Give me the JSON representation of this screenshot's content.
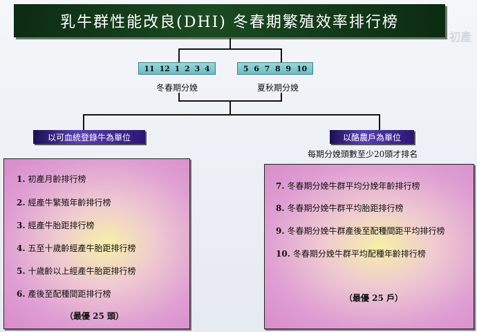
{
  "title": "乳牛群性能改良(DHI) 冬春期繁殖效率排行榜",
  "winter_spring": {
    "months": [
      "11",
      "12",
      "1",
      "2",
      "3",
      "4"
    ],
    "label": "冬春期分娩"
  },
  "summer_autumn": {
    "months": [
      "5",
      "6",
      "7",
      "8",
      "9",
      "10"
    ],
    "label": "夏秋期分娩"
  },
  "left_unit": {
    "label": "以可血統登錄牛為單位",
    "items": [
      {
        "num": "1.",
        "text": "初產月齡排行榜"
      },
      {
        "num": "2.",
        "text": "經產牛繁殖年齡排行榜"
      },
      {
        "num": "3.",
        "text": "經產牛胎距排行榜"
      },
      {
        "num": "4.",
        "text": "五至十歲齡經產牛胎距排行榜"
      },
      {
        "num": "5.",
        "text": "十歲齡以上經產牛胎距排行榜"
      },
      {
        "num": "6.",
        "text": "產後至配種間距排行榜"
      }
    ],
    "footer": "（最優 25 頭）"
  },
  "right_unit": {
    "label": "以酪農戶為單位",
    "note": "每期分娩頭數至少20頭才排名",
    "items": [
      {
        "num": "7.",
        "text": "冬春期分娩牛群平均分娩年齡排行榜"
      },
      {
        "num": "8.",
        "text": "冬春期分娩牛群平均胎距排行榜"
      },
      {
        "num": "9.",
        "text": "冬春期分娩牛群產後至配種間距平均排行榜"
      },
      {
        "num": "10.",
        "text": "冬春期分娩牛群平均配種年齡排行榜"
      }
    ],
    "footer": "（最優 25 戶）"
  }
}
